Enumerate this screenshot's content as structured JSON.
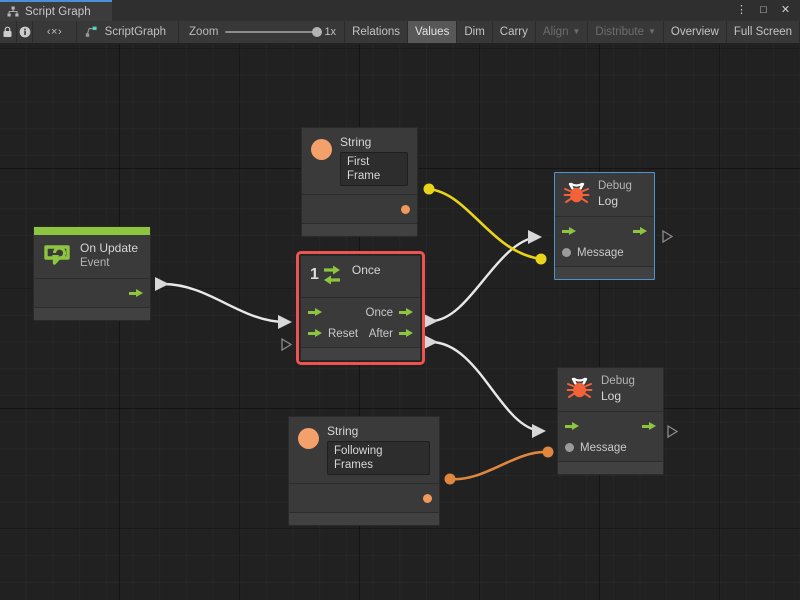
{
  "window": {
    "tab_title": "Script Graph",
    "tab_icon": "graph-icon",
    "controls": [
      {
        "name": "more-options-icon",
        "glyph": "⋮"
      },
      {
        "name": "maximize-icon",
        "glyph": "□"
      },
      {
        "name": "close-icon",
        "glyph": "✕"
      }
    ]
  },
  "toolbar": {
    "lock_icon": "🔒",
    "info_icon": "i",
    "code_icon": "‹×›",
    "graph_name": "ScriptGraph",
    "graph_icon": "script-graph-icon",
    "zoom_label": "Zoom",
    "zoom_value": "1x",
    "buttons": [
      {
        "label": "Relations",
        "active": false,
        "disabled": false,
        "caret": false
      },
      {
        "label": "Values",
        "active": true,
        "disabled": false,
        "caret": false
      },
      {
        "label": "Dim",
        "active": false,
        "disabled": false,
        "caret": false
      },
      {
        "label": "Carry",
        "active": false,
        "disabled": false,
        "caret": false
      },
      {
        "label": "Align",
        "active": false,
        "disabled": true,
        "caret": true
      },
      {
        "label": "Distribute",
        "active": false,
        "disabled": true,
        "caret": true
      },
      {
        "label": "Overview",
        "active": false,
        "disabled": false,
        "caret": false
      },
      {
        "label": "Full Screen",
        "active": false,
        "disabled": false,
        "caret": false
      }
    ]
  },
  "colors": {
    "event_accent": "#8ec540",
    "flow_green": "#8ec540",
    "selection_red": "#ef5350",
    "selection_blue": "#4d94cf",
    "wire_white": "#e8e8e8",
    "wire_yellow": "#e8d51a",
    "wire_orange": "#e0873f",
    "string_port": "#f4a06a",
    "debug_icon": "#f4623a",
    "canvas_bg": "#212121",
    "node_bg": "#3a3a3a"
  },
  "nodes": {
    "on_update": {
      "title": "On Update",
      "subtitle": "Event",
      "icon": "event-update-icon",
      "selected": false
    },
    "string_first": {
      "title": "String",
      "icon": "string-value-icon",
      "value": "First Frame",
      "selected": false
    },
    "string_following": {
      "title": "String",
      "icon": "string-value-icon",
      "value": "Following Frames",
      "selected": false
    },
    "once": {
      "title": "Once",
      "icon": "once-icon",
      "icon_number": "1",
      "selected": true,
      "selection_color": "red",
      "inputs": [
        {
          "label": "",
          "type": "flow"
        },
        {
          "label": "Reset",
          "type": "flow"
        }
      ],
      "outputs": [
        {
          "label": "Once",
          "type": "flow"
        },
        {
          "label": "After",
          "type": "flow"
        }
      ]
    },
    "debug_log_top": {
      "title": "Debug",
      "subtitle": "Log",
      "icon": "bug-icon",
      "selected": true,
      "selection_color": "blue",
      "input_value_label": "Message"
    },
    "debug_log_bottom": {
      "title": "Debug",
      "subtitle": "Log",
      "icon": "bug-icon",
      "selected": false,
      "input_value_label": "Message"
    }
  },
  "connections": [
    {
      "from": "on_update.trigger",
      "to": "once.enter",
      "color": "white",
      "type": "flow"
    },
    {
      "from": "once.once",
      "to": "debug_log_top.enter",
      "color": "white",
      "type": "flow"
    },
    {
      "from": "once.after",
      "to": "debug_log_bottom.enter",
      "color": "white",
      "type": "flow"
    },
    {
      "from": "string_first.value",
      "to": "debug_log_top.message",
      "color": "yellow",
      "type": "value"
    },
    {
      "from": "string_following.value",
      "to": "debug_log_bottom.message",
      "color": "orange",
      "type": "value"
    }
  ]
}
